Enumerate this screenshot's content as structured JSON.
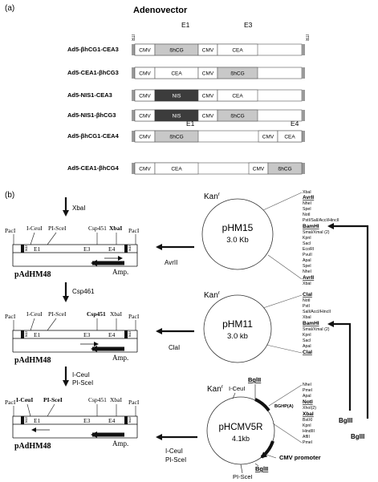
{
  "panel_a": {
    "label": "(a)",
    "title": "Adenovector",
    "header_e1": "E1",
    "header_e3": "E3",
    "header_e4": "E4",
    "itr": "ITR",
    "constructs": [
      {
        "name": "Ad5-βhCG1-CEA3",
        "seg1": "CMV",
        "seg2": "ßhCG",
        "seg3": "CMV",
        "seg4": "CEA"
      },
      {
        "name": "Ad5-CEA1-βhCG3",
        "seg1": "CMV",
        "seg2": "CEA",
        "seg3": "CMV",
        "seg4": "ßhCG"
      },
      {
        "name": "Ad5-NIS1-CEA3",
        "seg1": "CMV",
        "seg2": "NIS",
        "seg3": "CMV",
        "seg4": "CEA"
      },
      {
        "name": "Ad5-NIS1-βhCG3",
        "seg1": "CMV",
        "seg2": "NIS",
        "seg3": "CMV",
        "seg4": "ßhCG"
      },
      {
        "name": "Ad5-βhCG1-CEA4",
        "seg1": "CMV",
        "seg2": "ßhCG",
        "seg3": "CMV",
        "seg4": "CEA"
      },
      {
        "name": "Ad5-CEA1-βhCG4",
        "seg1": "CMV",
        "seg2": "CEA",
        "seg3": "CMV",
        "seg4": "ßhCG"
      }
    ],
    "colors": {
      "bhcg": "#c8c8c8",
      "nis": "#3c3c3c",
      "end_cap": "#9a9a9a"
    }
  },
  "panel_b": {
    "label": "(b)",
    "vectors": [
      {
        "name": "pAdHM48",
        "pacl_left": "PacI",
        "icei": "I-CeuI",
        "plscei": "PI-SceI",
        "site1": "Csp451",
        "site2": "XbaI",
        "pacl_right": "PacI",
        "e1": "E1",
        "e3": "E3",
        "e4": "E4",
        "itr": "ITR",
        "amp": "Amp."
      },
      {
        "name": "pAdHM48",
        "pacl_left": "PacI",
        "icei": "I-CeuI",
        "plscei": "PI-SceI",
        "site1": "Csp451",
        "site2": "XbaI",
        "pacl_right": "PacI",
        "e1": "E1",
        "e3": "E3",
        "e4": "E4",
        "itr": "ITR",
        "amp": "Amp."
      },
      {
        "name": "pAdHM48",
        "pacl_left": "PacI",
        "icei": "I-CeuI",
        "plscei": "PI-SceI",
        "site1": "Csp451",
        "site2": "XbaI",
        "pacl_right": "PacI",
        "e1": "E1",
        "e3": "E3",
        "e4": "E4",
        "itr": "ITR",
        "amp": "Amp."
      }
    ],
    "step_enzymes": [
      "XbaI",
      "Csp461",
      "I-CeuI",
      "PI-SceI"
    ],
    "ligation_labels": [
      "AvrII",
      "ClaI",
      "I-CeuI",
      "PI-SceI"
    ],
    "plasmids": [
      {
        "name": "pHM15",
        "size": "3.0 Kb",
        "kan": "Kan",
        "kan_sup": "r",
        "mcs": [
          "XbaI",
          "AvrII",
          "NheI",
          "SpeI",
          "NotI",
          "PstI/SalI/AccI/HincII",
          "BamHI",
          "SmaI/XmaI (2)",
          "KpnI",
          "SacI",
          "EcoRI",
          "PvuII",
          "ApaI",
          "SpeI",
          "NheI",
          "AvrII",
          "XbaI"
        ]
      },
      {
        "name": "pHM11",
        "size": "3.0 kb",
        "kan": "Kan",
        "kan_sup": "r",
        "mcs": [
          "ClaI",
          "NotI",
          "PstI",
          "SalI/AccI/HincII",
          "XbaI",
          "BamHI",
          "SmaI/XmaI (2)",
          "KpnI",
          "SacI",
          "ApaI",
          "ClaI"
        ]
      },
      {
        "name": "pHCMV5R",
        "size": "4.1kb",
        "kan": "Kan",
        "kan_sup": "r",
        "ceui": "I-CeuI",
        "bglii_top": "BglII",
        "bghp": "BGHP(A)",
        "cmv_promoter": "CMV promoter",
        "bglii_bottom": "BglII",
        "sce": "PI-SceI",
        "mcs": [
          "NheI",
          "PmeI",
          "ApaI",
          "NotI",
          "XhoI(2)",
          "XbaI",
          "BstXI",
          "KpnI",
          "HindIII",
          "AflII",
          "PmeI"
        ]
      }
    ],
    "bglii_arrow_labels": [
      "BglII",
      "BglII"
    ]
  }
}
